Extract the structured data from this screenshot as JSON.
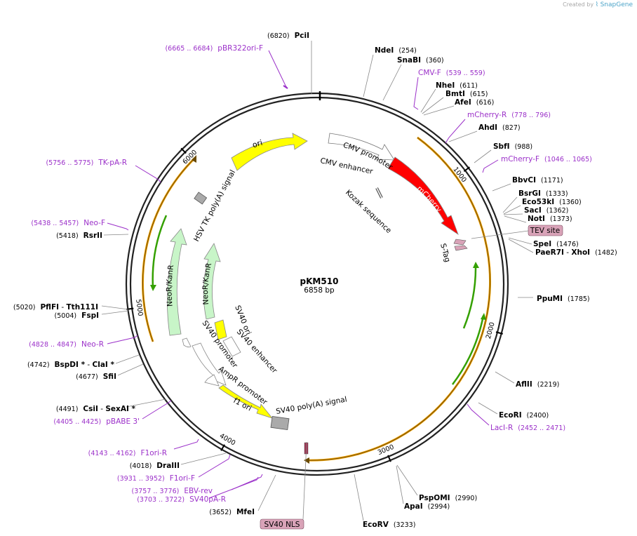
{
  "watermark": {
    "prefix": "Created by",
    "brand": "SnapGene"
  },
  "plasmid": {
    "name": "pKM510",
    "size": "6858 bp",
    "length": 6858
  },
  "colors": {
    "backbone": "#222222",
    "enzyme_leader": "#888888",
    "primer": "#9b30c9",
    "mcherry": "#f00000",
    "ori": "#ffff00",
    "neo": "#c8f5c8",
    "promoter": "#ffffff",
    "arc_orange": "#f0a000",
    "arc_green": "#34a000",
    "tag": "#d9a3b8"
  },
  "ticks": [
    {
      "pos": 1000,
      "label": "1000"
    },
    {
      "pos": 2000,
      "label": "2000"
    },
    {
      "pos": 3000,
      "label": "3000"
    },
    {
      "pos": 4000,
      "label": "4000"
    },
    {
      "pos": 5000,
      "label": "5000"
    },
    {
      "pos": 6000,
      "label": "6000"
    }
  ],
  "labels": [
    {
      "id": "pcii",
      "parts": [
        {
          "t": "(6820)",
          "c": "k",
          "s": 9.5
        },
        {
          "t": "PciI",
          "c": "k",
          "b": true
        }
      ]
    },
    {
      "id": "ndei",
      "parts": [
        {
          "t": "NdeI",
          "c": "k",
          "b": true
        },
        {
          "t": "(254)",
          "c": "k",
          "s": 9.5
        }
      ]
    },
    {
      "id": "snabi",
      "parts": [
        {
          "t": "SnaBI",
          "c": "k",
          "b": true
        },
        {
          "t": "(360)",
          "c": "k",
          "s": 9.5
        }
      ]
    },
    {
      "id": "cmvf",
      "parts": [
        {
          "t": "CMV-F",
          "c": "p"
        },
        {
          "t": "(539 .. 559)",
          "c": "p",
          "s": 9.5
        }
      ]
    },
    {
      "id": "nhei",
      "parts": [
        {
          "t": "NheI",
          "c": "k",
          "b": true
        },
        {
          "t": "(611)",
          "c": "k",
          "s": 9.5
        }
      ]
    },
    {
      "id": "bmti",
      "parts": [
        {
          "t": "BmtI",
          "c": "k",
          "b": true
        },
        {
          "t": "(615)",
          "c": "k",
          "s": 9.5
        }
      ]
    },
    {
      "id": "afei",
      "parts": [
        {
          "t": "AfeI",
          "c": "k",
          "b": true
        },
        {
          "t": "(616)",
          "c": "k",
          "s": 9.5
        }
      ]
    },
    {
      "id": "mcherryr",
      "parts": [
        {
          "t": "mCherry-R",
          "c": "p"
        },
        {
          "t": "(778 .. 796)",
          "c": "p",
          "s": 9.5
        }
      ]
    },
    {
      "id": "ahdi",
      "parts": [
        {
          "t": "AhdI",
          "c": "k",
          "b": true
        },
        {
          "t": "(827)",
          "c": "k",
          "s": 9.5
        }
      ]
    },
    {
      "id": "sbfi",
      "parts": [
        {
          "t": "SbfI",
          "c": "k",
          "b": true
        },
        {
          "t": "(988)",
          "c": "k",
          "s": 9.5
        }
      ]
    },
    {
      "id": "mcherryf",
      "parts": [
        {
          "t": "mCherry-F",
          "c": "p"
        },
        {
          "t": "(1046 .. 1065)",
          "c": "p",
          "s": 9.5
        }
      ]
    },
    {
      "id": "bbvci",
      "parts": [
        {
          "t": "BbvCI",
          "c": "k",
          "b": true
        },
        {
          "t": "(1171)",
          "c": "k",
          "s": 9.5
        }
      ]
    },
    {
      "id": "bsrgi",
      "parts": [
        {
          "t": "BsrGI",
          "c": "k",
          "b": true
        },
        {
          "t": "(1333)",
          "c": "k",
          "s": 9.5
        }
      ]
    },
    {
      "id": "eco53ki",
      "parts": [
        {
          "t": "Eco53kI",
          "c": "k",
          "b": true
        },
        {
          "t": "(1360)",
          "c": "k",
          "s": 9.5
        }
      ]
    },
    {
      "id": "saci",
      "parts": [
        {
          "t": "SacI",
          "c": "k",
          "b": true
        },
        {
          "t": "(1362)",
          "c": "k",
          "s": 9.5
        }
      ]
    },
    {
      "id": "noti",
      "parts": [
        {
          "t": "NotI",
          "c": "k",
          "b": true
        },
        {
          "t": "(1373)",
          "c": "k",
          "s": 9.5
        }
      ]
    },
    {
      "id": "spei",
      "parts": [
        {
          "t": "SpeI",
          "c": "k",
          "b": true
        },
        {
          "t": "(1476)",
          "c": "k",
          "s": 9.5
        }
      ]
    },
    {
      "id": "paer7i",
      "parts": [
        {
          "t": "PaeR7I",
          "c": "k",
          "b": true
        },
        {
          "t": " - ",
          "c": "k"
        },
        {
          "t": "XhoI",
          "c": "k",
          "b": true
        },
        {
          "t": "(1482)",
          "c": "k",
          "s": 9.5
        }
      ]
    },
    {
      "id": "ppumi",
      "parts": [
        {
          "t": "PpuMI",
          "c": "k",
          "b": true
        },
        {
          "t": "(1785)",
          "c": "k",
          "s": 9.5
        }
      ]
    },
    {
      "id": "afliii",
      "parts": [
        {
          "t": "AflII",
          "c": "k",
          "b": true
        },
        {
          "t": "(2219)",
          "c": "k",
          "s": 9.5
        }
      ]
    },
    {
      "id": "ecori",
      "parts": [
        {
          "t": "EcoRI",
          "c": "k",
          "b": true
        },
        {
          "t": "(2400)",
          "c": "k",
          "s": 9.5
        }
      ]
    },
    {
      "id": "lacir",
      "parts": [
        {
          "t": "LacI-R",
          "c": "p"
        },
        {
          "t": "(2452 .. 2471)",
          "c": "p",
          "s": 9.5
        }
      ]
    },
    {
      "id": "pspomi",
      "parts": [
        {
          "t": "PspOMI",
          "c": "k",
          "b": true
        },
        {
          "t": "(2990)",
          "c": "k",
          "s": 9.5
        }
      ]
    },
    {
      "id": "apai",
      "parts": [
        {
          "t": "ApaI",
          "c": "k",
          "b": true
        },
        {
          "t": "(2994)",
          "c": "k",
          "s": 9.5
        }
      ]
    },
    {
      "id": "ecorv",
      "parts": [
        {
          "t": "EcoRV",
          "c": "k",
          "b": true
        },
        {
          "t": "(3233)",
          "c": "k",
          "s": 9.5
        }
      ]
    },
    {
      "id": "mfei",
      "parts": [
        {
          "t": "(3652)",
          "c": "k",
          "s": 9.5
        },
        {
          "t": "MfeI",
          "c": "k",
          "b": true
        }
      ]
    },
    {
      "id": "sv40par",
      "parts": [
        {
          "t": "(3703 .. 3722)",
          "c": "p",
          "s": 9.5
        },
        {
          "t": "SV40pA-R",
          "c": "p"
        }
      ]
    },
    {
      "id": "ebvrev",
      "parts": [
        {
          "t": "(3757 .. 3776)",
          "c": "p",
          "s": 9.5
        },
        {
          "t": "EBV-rev",
          "c": "p"
        }
      ]
    },
    {
      "id": "f1orif",
      "parts": [
        {
          "t": "(3931 .. 3952)",
          "c": "p",
          "s": 9.5
        },
        {
          "t": "F1ori-F",
          "c": "p"
        }
      ]
    },
    {
      "id": "draiii",
      "parts": [
        {
          "t": "(4018)",
          "c": "k",
          "s": 9.5
        },
        {
          "t": "DraIII",
          "c": "k",
          "b": true
        }
      ]
    },
    {
      "id": "f1orir",
      "parts": [
        {
          "t": "(4143 .. 4162)",
          "c": "p",
          "s": 9.5
        },
        {
          "t": "F1ori-R",
          "c": "p"
        }
      ]
    },
    {
      "id": "pbabe3",
      "parts": [
        {
          "t": "(4405 .. 4425)",
          "c": "p",
          "s": 9.5
        },
        {
          "t": "pBABE 3'",
          "c": "p"
        }
      ]
    },
    {
      "id": "csii",
      "parts": [
        {
          "t": "(4491)",
          "c": "k",
          "s": 9.5
        },
        {
          "t": "CsiI",
          "c": "k",
          "b": true
        },
        {
          "t": " - ",
          "c": "k"
        },
        {
          "t": "SexAI *",
          "c": "k",
          "b": true
        }
      ]
    },
    {
      "id": "sfii",
      "parts": [
        {
          "t": "(4677)",
          "c": "k",
          "s": 9.5
        },
        {
          "t": "SfiI",
          "c": "k",
          "b": true
        }
      ]
    },
    {
      "id": "bspdi",
      "parts": [
        {
          "t": "(4742)",
          "c": "k",
          "s": 9.5
        },
        {
          "t": "BspDI *",
          "c": "k",
          "b": true
        },
        {
          "t": " - ",
          "c": "k"
        },
        {
          "t": "ClaI *",
          "c": "k",
          "b": true
        }
      ]
    },
    {
      "id": "neor",
      "parts": [
        {
          "t": "(4828 .. 4847)",
          "c": "p",
          "s": 9.5
        },
        {
          "t": "Neo-R",
          "c": "p"
        }
      ]
    },
    {
      "id": "fspi",
      "parts": [
        {
          "t": "(5004)",
          "c": "k",
          "s": 9.5
        },
        {
          "t": "FspI",
          "c": "k",
          "b": true
        }
      ]
    },
    {
      "id": "pflfi",
      "parts": [
        {
          "t": "(5020)",
          "c": "k",
          "s": 9.5
        },
        {
          "t": "PflFI",
          "c": "k",
          "b": true
        },
        {
          "t": " - ",
          "c": "k"
        },
        {
          "t": "Tth111I",
          "c": "k",
          "b": true
        }
      ]
    },
    {
      "id": "rsrii",
      "parts": [
        {
          "t": "(5418)",
          "c": "k",
          "s": 9.5
        },
        {
          "t": "RsrII",
          "c": "k",
          "b": true
        }
      ]
    },
    {
      "id": "neof",
      "parts": [
        {
          "t": "(5438 .. 5457)",
          "c": "p",
          "s": 9.5
        },
        {
          "t": "Neo-F",
          "c": "p"
        }
      ]
    },
    {
      "id": "tkpar",
      "parts": [
        {
          "t": "(5756 .. 5775)",
          "c": "p",
          "s": 9.5
        },
        {
          "t": "TK-pA-R",
          "c": "p"
        }
      ]
    },
    {
      "id": "pbr322",
      "parts": [
        {
          "t": "(6665 .. 6684)",
          "c": "p",
          "s": 9.5
        },
        {
          "t": "pBR322ori-F",
          "c": "p"
        }
      ]
    }
  ],
  "features": {
    "ori": "ori",
    "cmv_promoter": "CMV promoter",
    "cmv_enhancer": "CMV enhancer",
    "kozak": "Kozak sequence",
    "mcherry": "mCherry",
    "stag": "S-Tag",
    "hsv_tk_polya": "HSV TK poly(A) signal",
    "neo_outer": "NeoR/KanR",
    "neo_inner": "NeoR/KanR",
    "sv40_ori": "SV40 ori",
    "sv40_enhancer": "SV40 enhancer",
    "sv40_promoter": "SV40 promoter",
    "ampr_promoter": "AmpR promoter",
    "f1_ori": "f1 ori",
    "sv40_polya": "SV40 poly(A) signal"
  },
  "boxed": {
    "tev": "TEV site",
    "sv40nls": "SV40 NLS"
  }
}
